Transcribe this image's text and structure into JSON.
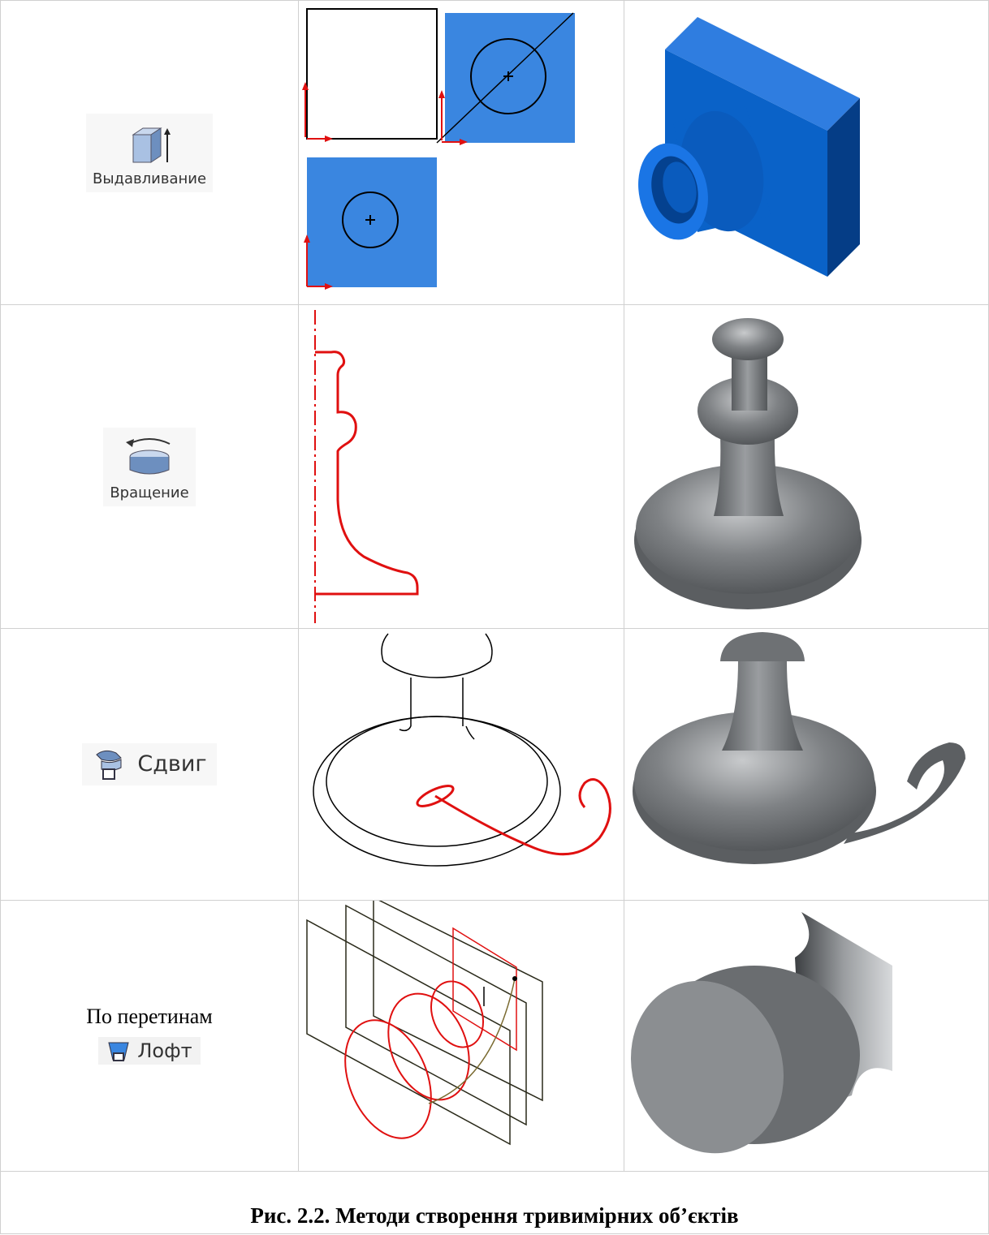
{
  "rows": [
    {
      "tool_label": "Выдавливание",
      "icon": "extrude-icon"
    },
    {
      "tool_label": "Вращение",
      "icon": "revolve-icon"
    },
    {
      "tool_label": "Сдвиг",
      "icon": "sweep-icon"
    },
    {
      "caption_above": "По перетинам",
      "tool_label": "Лофт",
      "icon": "loft-icon"
    }
  ],
  "figure_caption": "Рис. 2.2. Методи створення тривимірних об’єктів",
  "colors": {
    "sketch_blue": "#3a86e0",
    "solid_blue": "#0a62c8",
    "profile_red": "#e01010",
    "solid_grey": "#7a7d80",
    "grid_line": "#d0d0d0"
  }
}
